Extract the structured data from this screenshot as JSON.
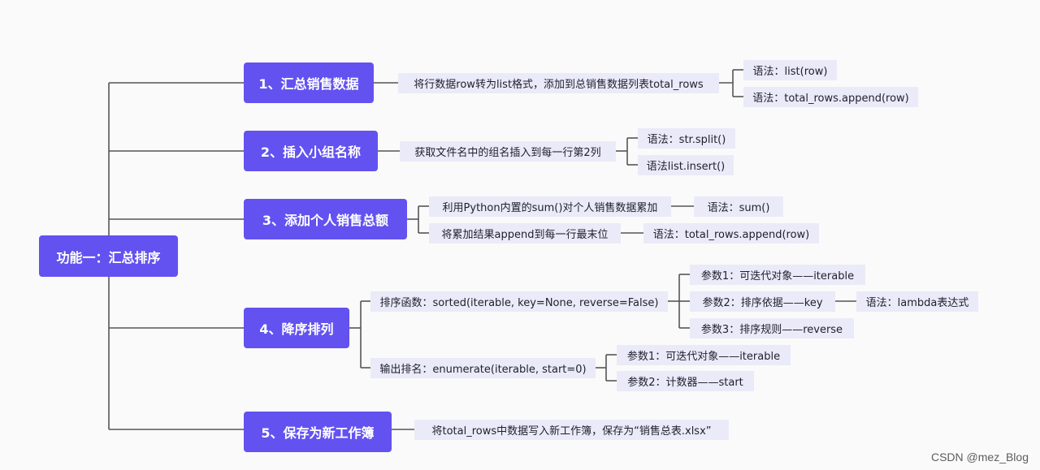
{
  "root": "功能一：汇总排序",
  "steps": [
    {
      "label": "1、汇总销售数据",
      "desc": "将行数据row转为list格式，添加到总销售数据列表total_rows",
      "syntax": [
        "语法：list(row)",
        "语法：total_rows.append(row)"
      ]
    },
    {
      "label": "2、插入小组名称",
      "desc": "获取文件名中的组名插入到每一行第2列",
      "syntax": [
        "语法：str.split()",
        "语法list.insert()"
      ]
    },
    {
      "label": "3、添加个人销售总额",
      "items": [
        {
          "text": "利用Python内置的sum()对个人销售数据累加",
          "syntax": "语法：sum()"
        },
        {
          "text": "将累加结果append到每一行最末位",
          "syntax": "语法：total_rows.append(row)"
        }
      ]
    },
    {
      "label": "4、降序排列",
      "sorted": {
        "text": "排序函数：sorted(iterable, key=None, reverse=False)",
        "params": [
          "参数1：可迭代对象——iterable",
          "参数2：排序依据——key",
          "参数3：排序规则——reverse"
        ],
        "key_syntax": "语法：lambda表达式"
      },
      "enumerate": {
        "text": "输出排名：enumerate(iterable, start=0)",
        "params": [
          "参数1：可迭代对象——iterable",
          "参数2：计数器——start"
        ]
      }
    },
    {
      "label": "5、保存为新工作簿",
      "desc": "将total_rows中数据写入新工作簿，保存为“销售总表.xlsx”"
    }
  ],
  "watermark": "CSDN @mez_Blog",
  "colors": {
    "node": "#6352f0",
    "leaf": "#ebeaf8",
    "line": "#555555"
  }
}
